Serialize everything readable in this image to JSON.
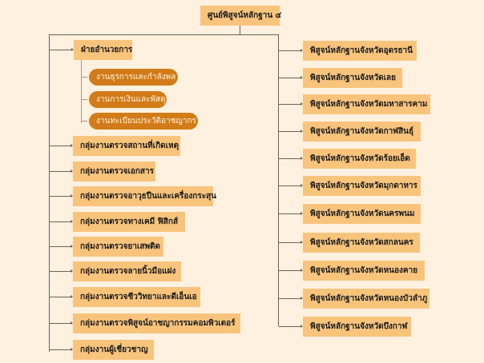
{
  "root": {
    "label": "ศูนย์พิสูจน์หลักฐาน ๔"
  },
  "admin": {
    "label": "ฝ่ายอำนวยการ",
    "units": [
      "งานธุรการและกำลังพล",
      "งานการเงินและพัสดุ",
      "งานทะเบียนประวัติอาชญากร"
    ]
  },
  "left_groups": [
    "กลุ่มงานตรวจสถานที่เกิดเหตุ",
    "กลุ่มงานตรวจเอกสาร",
    "กลุ่มงานตรวจอาวุธปืนและเครื่องกระสุน",
    "กลุ่มงานตรวจทางเคมี ฟิสิกส์",
    "กลุ่มงานตรวจยาเสพติด",
    "กลุ่มงานตรวจลายนิ้วมือแฝง",
    "กลุ่มงานตรวจชีววิทยาและดีเอ็นเอ",
    "กลุ่มงานตรวจพิสูจน์อาชญากรรมคอมพิวเตอร์",
    "กลุ่มงานผู้เชี่ยวชาญ"
  ],
  "provinces": [
    "พิสูจน์หลักฐานจังหวัดอุดรธานี",
    "พิสูจน์หลักฐานจังหวัดเลย",
    "พิสูจน์หลักฐานจังหวัดมหาสารคาม",
    "พิสูจน์หลักฐานจังหวัดกาฬสินธุ์",
    "พิสูจน์หลักฐานจังหวัดร้อยเอ็ด",
    "พิสูจน์หลักฐานจังหวัดมุกดาหาร",
    "พิสูจน์หลักฐานจังหวัดนครพนม",
    "พิสูจน์หลักฐานจังหวัดสกลนคร",
    "พิสูจน์หลักฐานจังหวัดหนองคาย",
    "พิสูจน์หลักฐานจังหวัดหนองบัวลำภู",
    "พิสูจน์หลักฐานจังหวัดบึงกาฬ"
  ],
  "colors": {
    "box": "#f8c47c",
    "pill": "#d27b18",
    "background": "#fef1e0",
    "line": "#6b625a"
  }
}
